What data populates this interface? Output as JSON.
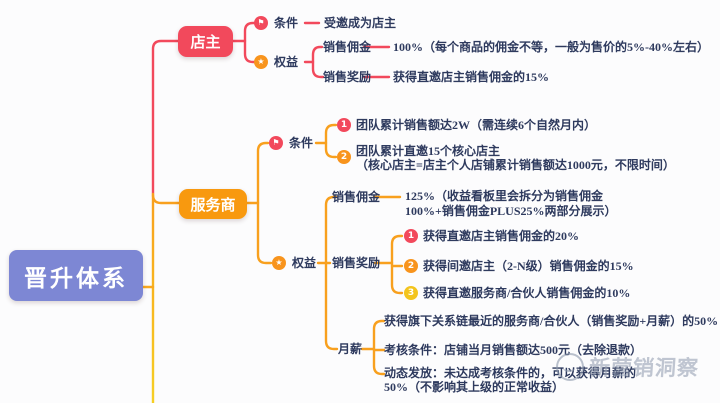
{
  "root": {
    "label": "晋升体系"
  },
  "shopkeeper": {
    "label": "店主",
    "condition": {
      "label": "条件",
      "value": "受邀成为店主"
    },
    "rights": {
      "label": "权益",
      "commission": {
        "label": "销售佣金",
        "value": "100%（每个商品的佣金不等，一般为售价的5%-40%左右）"
      },
      "reward": {
        "label": "销售奖励",
        "value": "获得直邀店主销售佣金的15%"
      }
    }
  },
  "provider": {
    "label": "服务商",
    "condition": {
      "label": "条件",
      "items": [
        {
          "num": "1",
          "text": "团队累计销售额达2W（需连续6个自然月内）",
          "note": ""
        },
        {
          "num": "2",
          "text": "团队累计直邀15个核心店主",
          "note": "（核心店主=店主个人店铺累计销售额达1000元，不限时间）"
        }
      ]
    },
    "rights": {
      "label": "权益",
      "commission": {
        "label": "销售佣金",
        "value": "125%（收益看板里会拆分为销售佣金100%+销售佣金PLUS25%两部分展示）"
      },
      "reward": {
        "label": "销售奖励",
        "items": [
          {
            "num": "1",
            "text": "获得直邀店主销售佣金的20%"
          },
          {
            "num": "2",
            "text": "获得间邀店主（2-N级）销售佣金的15%"
          },
          {
            "num": "3",
            "text": "获得直邀服务商/合伙人销售佣金的10%"
          }
        ]
      },
      "salary": {
        "label": "月薪",
        "items": [
          "获得旗下关系链最近的服务商/合伙人（销售奖励+月薪）的50%",
          "考核条件：店铺当月销售额达500元（去除退款）",
          "动态发放：未达成考核条件的，可以获得月薪的50%（不影响其上级的正常收益）"
        ]
      }
    }
  },
  "watermark": {
    "brand": "新营销洞察"
  },
  "colors": {
    "root_purple": "#7d87d4",
    "branch_red": "#f2495c",
    "branch_orange": "#f8990f",
    "trunk_yellow": "#f6cf24",
    "text_navy": "#2e3a5e"
  }
}
